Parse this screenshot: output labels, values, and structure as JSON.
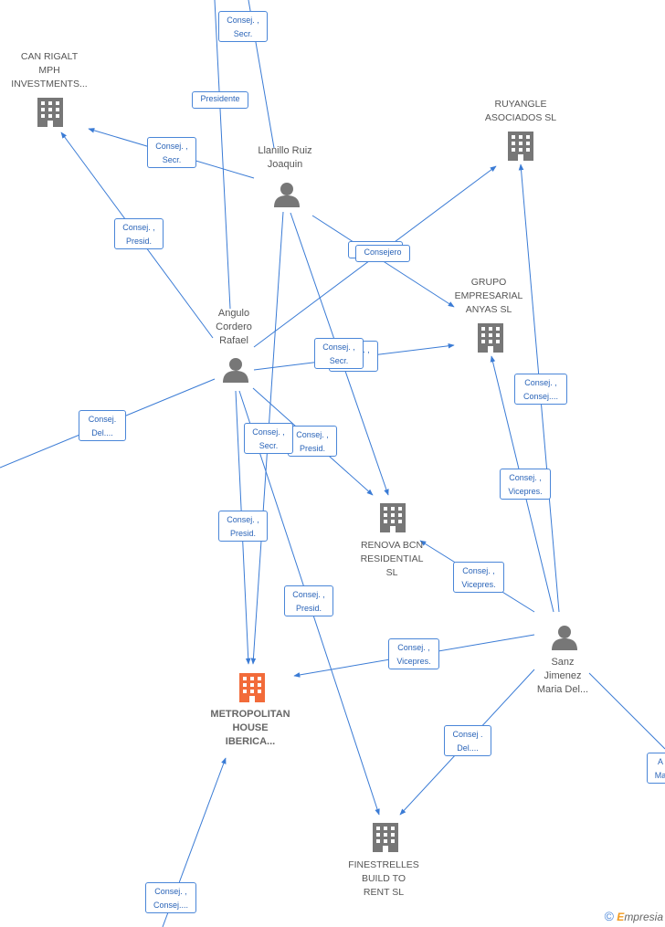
{
  "nodes": {
    "can_rigalt": "CAN RIGALT\nMPH\nINVESTMENTS...",
    "ruyangle": "RUYANGLE\nASOCIADOS SL",
    "llanillo": "Llanillo Ruiz\nJoaquin",
    "grupo": "GRUPO\nEMPRESARIAL\nANYAS SL",
    "angulo": "Angulo\nCordero\nRafael",
    "renova": "RENOVA BCN\nRESIDENTIAL\nSL",
    "sanz": "Sanz\nJimenez\nMaria Del...",
    "metropolitan": "METROPOLITAN\nHOUSE\nIBERICA...",
    "finestrelles": "FINESTRELLES\nBUILD TO\nRENT  SL"
  },
  "edges": {
    "e1": "Consej. ,\nSecr.",
    "e2": "Presidente",
    "e3": "Consej. ,\nSecr.",
    "e4": "Consej. ,\nPresid.",
    "e5": "Consejero",
    "e6": "Consej. ,\nSecr.",
    "e7": "Consej.\nDel....",
    "e8": "Consej. ,\nSecr.",
    "e9": "Consej. ,\nPresid.",
    "e10": "Consej. ,\nPresid.",
    "e11": "Consej. ,\nPresid.",
    "e12": "Consej. ,\nConsej....",
    "e13": "Consej. ,\nVicepres.",
    "e14": "Consej. ,\nVicepres.",
    "e15": "Consej. ,\nVicepres.",
    "e16": "Consej .\nDel....",
    "e17": "Consej. ,\nConsej....",
    "e18": "A\nMa"
  },
  "brand": {
    "copyright": "©",
    "e": "E",
    "rest": "mpresia"
  },
  "colors": {
    "edge": "#3a7bd5",
    "icon": "#777777",
    "focus_icon": "#f26b3a"
  }
}
